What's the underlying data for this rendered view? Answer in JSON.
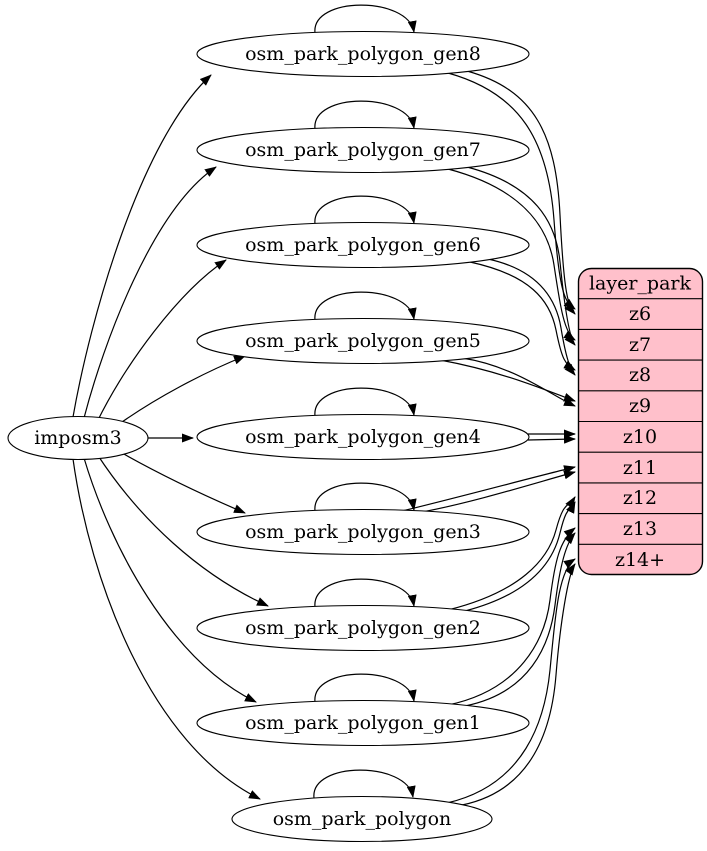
{
  "source": {
    "label": "imposm3"
  },
  "tables": [
    {
      "label": "osm_park_polygon_gen8",
      "input": "imposm3",
      "self_loop": true,
      "to_zoom": "z6",
      "edge_count_to_zoom": 2
    },
    {
      "label": "osm_park_polygon_gen7",
      "input": "imposm3",
      "self_loop": true,
      "to_zoom": "z7",
      "edge_count_to_zoom": 2
    },
    {
      "label": "osm_park_polygon_gen6",
      "input": "imposm3",
      "self_loop": true,
      "to_zoom": "z8",
      "edge_count_to_zoom": 2
    },
    {
      "label": "osm_park_polygon_gen5",
      "input": "imposm3",
      "self_loop": true,
      "to_zoom": "z9",
      "edge_count_to_zoom": 2
    },
    {
      "label": "osm_park_polygon_gen4",
      "input": "imposm3",
      "self_loop": true,
      "to_zoom": "z10",
      "edge_count_to_zoom": 2
    },
    {
      "label": "osm_park_polygon_gen3",
      "input": "imposm3",
      "self_loop": true,
      "to_zoom": "z11",
      "edge_count_to_zoom": 2
    },
    {
      "label": "osm_park_polygon_gen2",
      "input": "imposm3",
      "self_loop": true,
      "to_zoom": "z12",
      "edge_count_to_zoom": 2
    },
    {
      "label": "osm_park_polygon_gen1",
      "input": "imposm3",
      "self_loop": true,
      "to_zoom": "z13",
      "edge_count_to_zoom": 2
    },
    {
      "label": "osm_park_polygon",
      "input": "imposm3",
      "self_loop": true,
      "to_zoom": "z14+",
      "edge_count_to_zoom": 2
    }
  ],
  "layer_table": {
    "title": "layer_park",
    "rows": [
      "z6",
      "z7",
      "z8",
      "z9",
      "z10",
      "z11",
      "z12",
      "z13",
      "z14+"
    ]
  },
  "colors": {
    "layer_fill": "#ffc0cb",
    "node_fill": "#ffffff",
    "stroke": "#000000"
  }
}
